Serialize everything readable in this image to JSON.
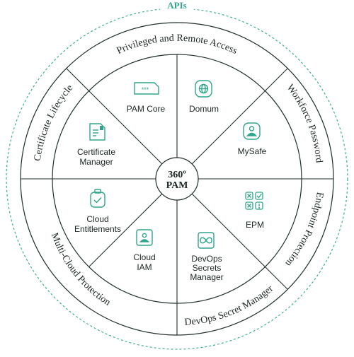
{
  "apis_label": "APIs",
  "center": {
    "line1": "360º",
    "line2": "PAM"
  },
  "outer_labels": {
    "top": "Privileged and Remote Access",
    "right_upper": "Workforce Password",
    "right_lower": "Endpoint Protection",
    "bottom": "DevOps Secret Manager",
    "left_lower": "Multi-Cloud Protection",
    "left_upper": "Certificate Lifecycle"
  },
  "products": {
    "pam_core": {
      "line1": "PAM Core",
      "icon": "password-field-icon"
    },
    "domum": {
      "line1": "Domum",
      "icon": "globe-icon"
    },
    "mysafe": {
      "line1": "MySafe",
      "icon": "user-shield-icon"
    },
    "epm": {
      "line1": "EPM",
      "icon": "app-grid-check-icon"
    },
    "devops": {
      "line1": "DevOps",
      "line2": "Secrets",
      "line3": "Manager",
      "icon": "infinity-icon"
    },
    "cloud_iam": {
      "line1": "Cloud",
      "line2": "IAM",
      "icon": "id-badge-icon"
    },
    "cloud_ent": {
      "line1": "Cloud",
      "line2": "Entitlements",
      "icon": "clipboard-check-icon"
    },
    "cert_mgr": {
      "line1": "Certificate",
      "line2": "Manager",
      "icon": "certificate-document-icon"
    }
  },
  "colors": {
    "accent": "#2fa58a",
    "line": "#1f2f2b",
    "text": "#1c2623",
    "dashed": "#3cae94"
  }
}
